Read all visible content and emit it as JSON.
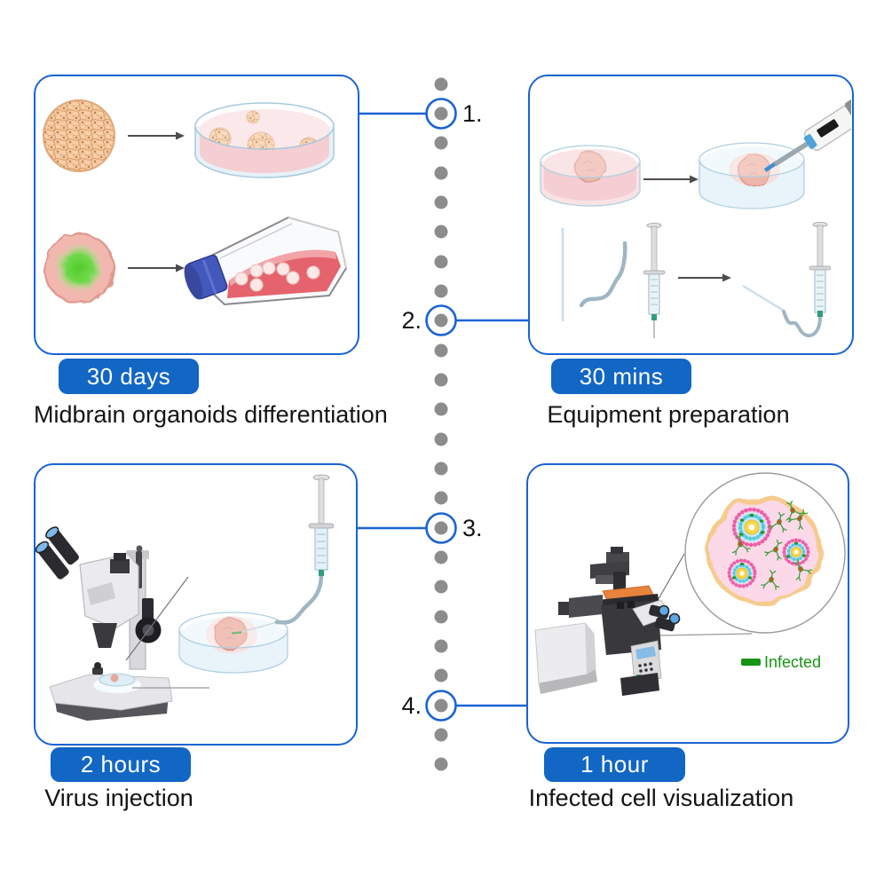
{
  "figure": {
    "type": "protocol-timeline",
    "step_count": 4
  },
  "steps": [
    {
      "number": "1.",
      "duration": "30 days",
      "caption": "Midbrain organoids differentiation"
    },
    {
      "number": "2.",
      "duration": "30 mins",
      "caption": "Equipment preparation"
    },
    {
      "number": "3.",
      "duration": "2 hours",
      "caption": "Virus injection"
    },
    {
      "number": "4.",
      "duration": "1 hour",
      "caption": "Infected cell visualization"
    }
  ],
  "legend": {
    "infected_label": "Infected"
  },
  "illustrations": {
    "panel_1": [
      "stem-cell-colony-icon",
      "arrow-icon",
      "petri-dish-colonies-icon",
      "neural-organoid-icon",
      "culture-flask-icon"
    ],
    "panel_2": [
      "petri-dish-organoid-icon",
      "arrow-icon",
      "petri-dish-pipette-icon",
      "glass-capillary-icon",
      "tubing-icon",
      "syringe-icon",
      "assembled-injector-icon"
    ],
    "panel_3": [
      "stereo-microscope-icon",
      "petri-dish-injection-icon",
      "syringe-tubing-icon"
    ],
    "panel_4": [
      "inverted-microscope-icon",
      "organoid-inset-icon",
      "infected-legend-swatch"
    ]
  },
  "colors": {
    "panel_border_blue": "#1A63D2",
    "badge_blue": "#1266C4",
    "timeline_dot_gray": "#8C8C8C",
    "text_black": "#141414",
    "infected_green": "#169416",
    "medium_pink": "#F6D7DA",
    "medium_red": "#E4636C",
    "organoid_green": "#5FD334",
    "flask_cap_blue": "#4458BC"
  }
}
